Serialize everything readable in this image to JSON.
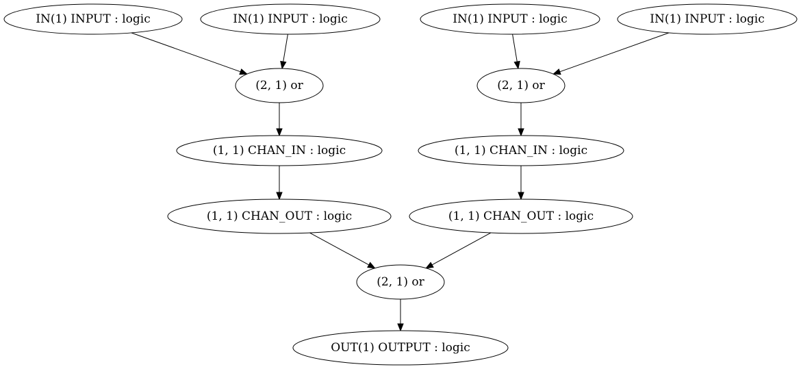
{
  "nodes": [
    {
      "id": "in1",
      "label": "IN(1) INPUT : logic"
    },
    {
      "id": "in2",
      "label": "IN(1) INPUT : logic"
    },
    {
      "id": "in3",
      "label": "IN(1) INPUT : logic"
    },
    {
      "id": "in4",
      "label": "IN(1) INPUT : logic"
    },
    {
      "id": "or1",
      "label": "(2, 1) or"
    },
    {
      "id": "or2",
      "label": "(2, 1) or"
    },
    {
      "id": "chin1",
      "label": "(1, 1) CHAN_IN : logic"
    },
    {
      "id": "chin2",
      "label": "(1, 1) CHAN_IN : logic"
    },
    {
      "id": "chout1",
      "label": "(1, 1) CHAN_OUT : logic"
    },
    {
      "id": "chout2",
      "label": "(1, 1) CHAN_OUT : logic"
    },
    {
      "id": "or3",
      "label": "(2, 1) or"
    },
    {
      "id": "out",
      "label": "OUT(1) OUTPUT : logic"
    }
  ],
  "edges": [
    {
      "from": "in1",
      "to": "or1"
    },
    {
      "from": "in2",
      "to": "or1"
    },
    {
      "from": "in3",
      "to": "or2"
    },
    {
      "from": "in4",
      "to": "or2"
    },
    {
      "from": "or1",
      "to": "chin1"
    },
    {
      "from": "or2",
      "to": "chin2"
    },
    {
      "from": "chin1",
      "to": "chout1"
    },
    {
      "from": "chin2",
      "to": "chout2"
    },
    {
      "from": "chout1",
      "to": "or3"
    },
    {
      "from": "chout2",
      "to": "or3"
    },
    {
      "from": "or3",
      "to": "out"
    }
  ]
}
